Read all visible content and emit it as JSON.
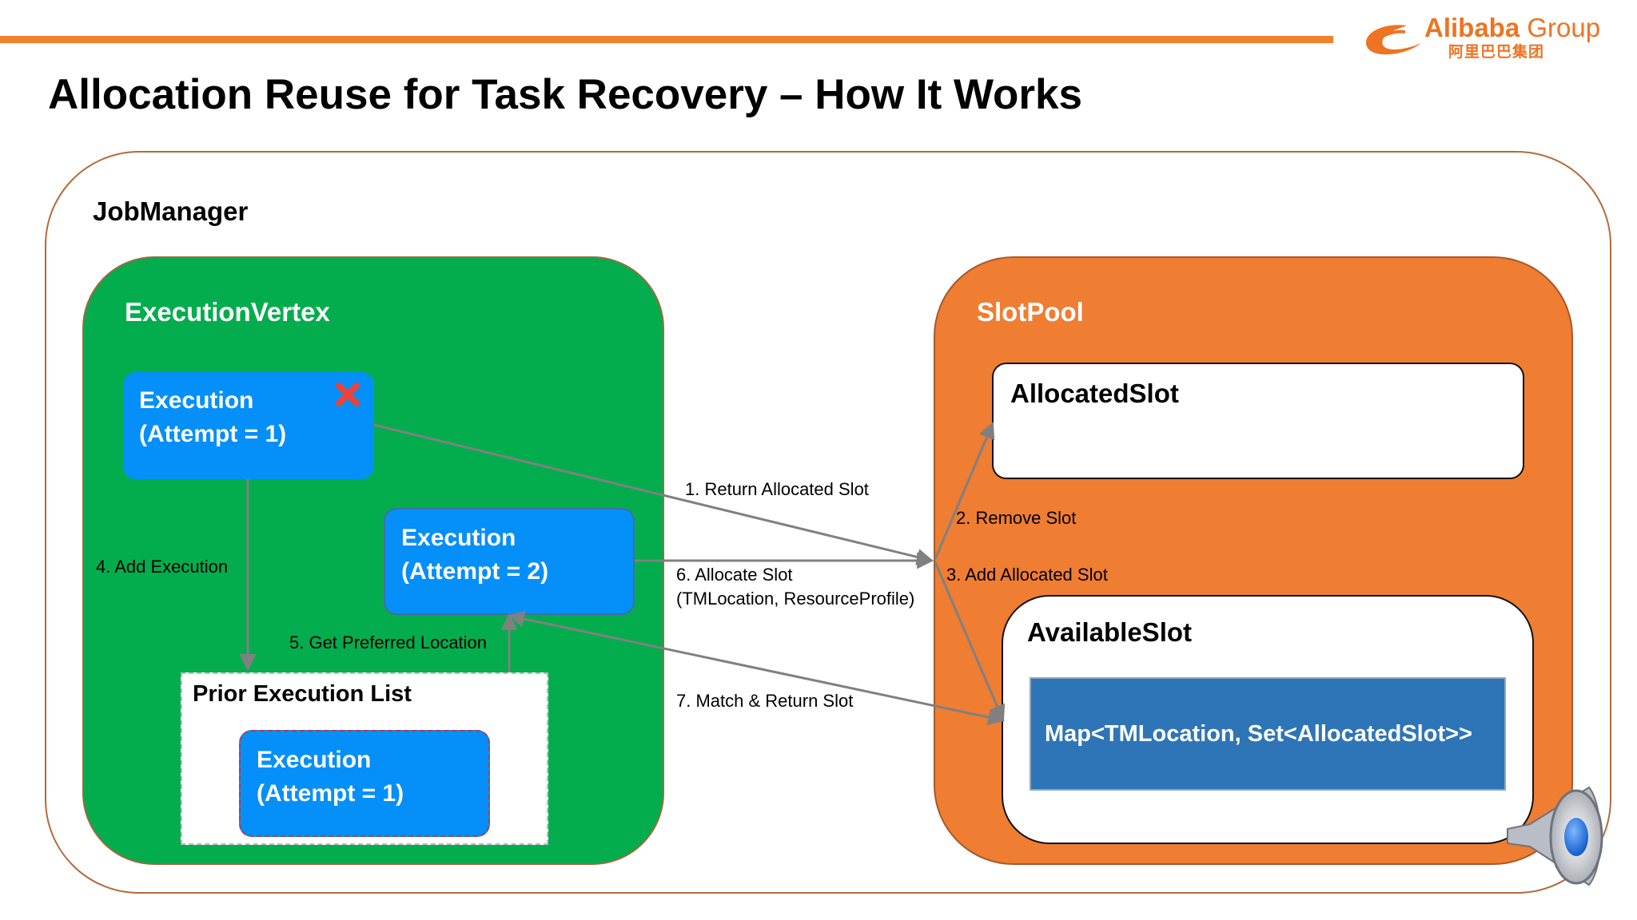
{
  "header": {
    "logo_name": "Alibaba",
    "logo_group": "Group",
    "logo_chinese": "阿里巴巴集团",
    "title": "Allocation Reuse for Task Recovery – How It Works",
    "accent_color": "#f0822d"
  },
  "diagram": {
    "jobmanager_label": "JobManager",
    "execution_vertex": {
      "label": "ExecutionVertex",
      "failed_execution": {
        "line1": "Execution",
        "line2": "(Attempt = 1)",
        "status_icon": "failed-x-icon"
      },
      "new_execution": {
        "line1": "Execution",
        "line2": "(Attempt = 2)"
      },
      "prior_execution_list": {
        "label": "Prior Execution List",
        "execution": {
          "line1": "Execution",
          "line2": "(Attempt = 1)"
        }
      }
    },
    "slot_pool": {
      "label": "SlotPool",
      "allocated_slot": "AllocatedSlot",
      "available_slot": "AvailableSlot",
      "map": "Map<TMLocation, Set<AllocatedSlot>>"
    },
    "steps": {
      "s1": "1. Return Allocated Slot",
      "s2": "2. Remove Slot",
      "s3": "3. Add Allocated Slot",
      "s4": "4. Add Execution",
      "s5": "5. Get Preferred Location",
      "s6_line1": "6. Allocate  Slot",
      "s6_line2": "(TMLocation, ResourceProfile)",
      "s7": "7. Match & Return Slot"
    },
    "colors": {
      "execution_vertex": "#03ad4d",
      "slot_pool": "#ef7d32",
      "execution": "#058ff9",
      "map": "#2e75b7",
      "arrow": "#808080"
    }
  },
  "icons": {
    "speaker": "speaker-icon",
    "logo": "alibaba-logo-icon"
  }
}
